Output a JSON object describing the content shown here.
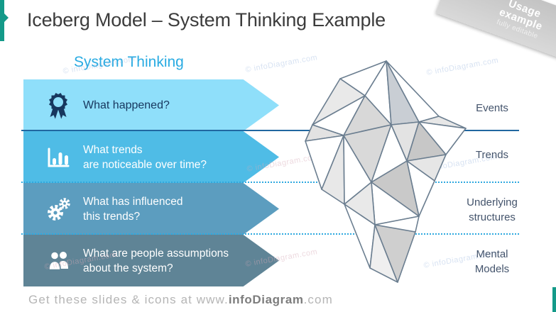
{
  "slide": {
    "title": "Iceberg Model – System Thinking Example",
    "ribbon": {
      "line1": "Usage",
      "line2": "example",
      "line3": "fully editable"
    },
    "heading": "System Thinking",
    "banners": [
      {
        "icon": "award-icon",
        "line1": "What happened?",
        "line2": "",
        "color": "#8fdffa",
        "text_color": "#17375e"
      },
      {
        "icon": "bar-chart-icon",
        "line1": "What trends",
        "line2": "are noticeable over time?",
        "color": "#4fbce6",
        "text_color": "#ffffff"
      },
      {
        "icon": "gears-icon",
        "line1": "What has influenced",
        "line2": "this trends?",
        "color": "#5c9dbf",
        "text_color": "#ffffff"
      },
      {
        "icon": "people-icon",
        "line1": "What are people assumptions",
        "line2": "about the system?",
        "color": "#5f8496",
        "text_color": "#ffffff"
      }
    ],
    "iceberg_labels": [
      {
        "line1": "Events",
        "line2": ""
      },
      {
        "line1": "Trends",
        "line2": ""
      },
      {
        "line1": "Underlying",
        "line2": "structures"
      },
      {
        "line1": "Mental",
        "line2": "Models"
      }
    ],
    "watermark": "© infoDiagram.com",
    "footer": {
      "prefix": "Get these slides & icons at www.",
      "brand": "infoDiagram",
      "suffix": ".com"
    },
    "colors": {
      "accent_teal": "#149a89",
      "heading_blue": "#29abe2",
      "waterline_blue": "#2167a0",
      "dotted_blue": "#2fa9df",
      "label_navy": "#44546c",
      "iceberg_stroke": "#6b7e90"
    }
  }
}
